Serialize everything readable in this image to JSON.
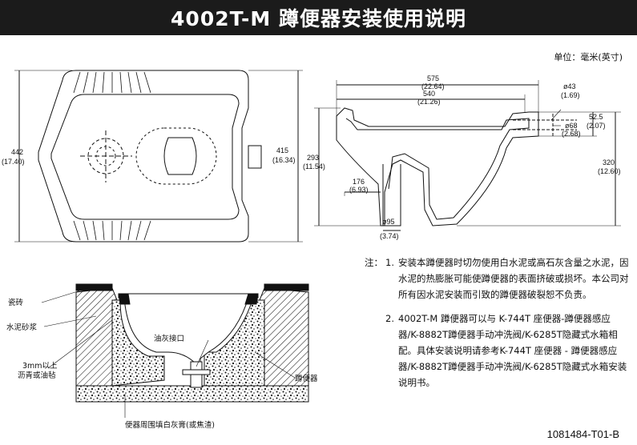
{
  "title": "4002T-M 蹲便器安装使用说明",
  "units_label": "单位：毫米(英寸)",
  "top_view": {
    "width_mm": "442",
    "width_in": "(17.40)",
    "end_mm": "415",
    "end_in": "(16.34)"
  },
  "side_view": {
    "len1_mm": "575",
    "len1_in": "(22.64)",
    "len2_mm": "540",
    "len2_in": "(21.26)",
    "d43_mm": "ø43",
    "d43_in": "(1.69)",
    "h52_mm": "52.5",
    "h52_in": "(2.07)",
    "d68_mm": "ø68",
    "d68_in": "(2.68)",
    "h293_mm": "293",
    "h293_in": "(11.54)",
    "h320_mm": "320",
    "h320_in": "(12.60)",
    "h176_mm": "176",
    "h176_in": "(6.93)",
    "d95_mm": "ø95",
    "d95_in": "(3.74)"
  },
  "section_labels": {
    "tile": "瓷砖",
    "mortar": "水泥砂浆",
    "asphalt_line1": "3mm以上",
    "asphalt_line2": "沥青或油毡",
    "putty_port": "油灰接口",
    "squat_pan": "蹲便器",
    "fill": "便器周围填白灰膏(或焦渣)"
  },
  "notes": {
    "heading": "注：",
    "items": [
      {
        "num": "1.",
        "text": "安装本蹲便器时切勿使用白水泥或高石灰含量之水泥，因水泥的热膨胀可能使蹲便器的表面挤破或损坏。本公司对所有因水泥安装而引致的蹲便器破裂恕不负责。"
      },
      {
        "num": "2.",
        "text": "4002T-M 蹲便器可以与 K-744T 座便器-蹲便器感应器/K-8882T蹲便器手动冲洗阀/K-6285T隐藏式水箱相配。具体安装说明请参考K-744T 座便器 - 蹲便器感应器/K-8882T蹲便器手动冲洗阀/K-6285T隐藏式水箱安装说明书。"
      }
    ]
  },
  "doc_number": "1081484-T01-B"
}
